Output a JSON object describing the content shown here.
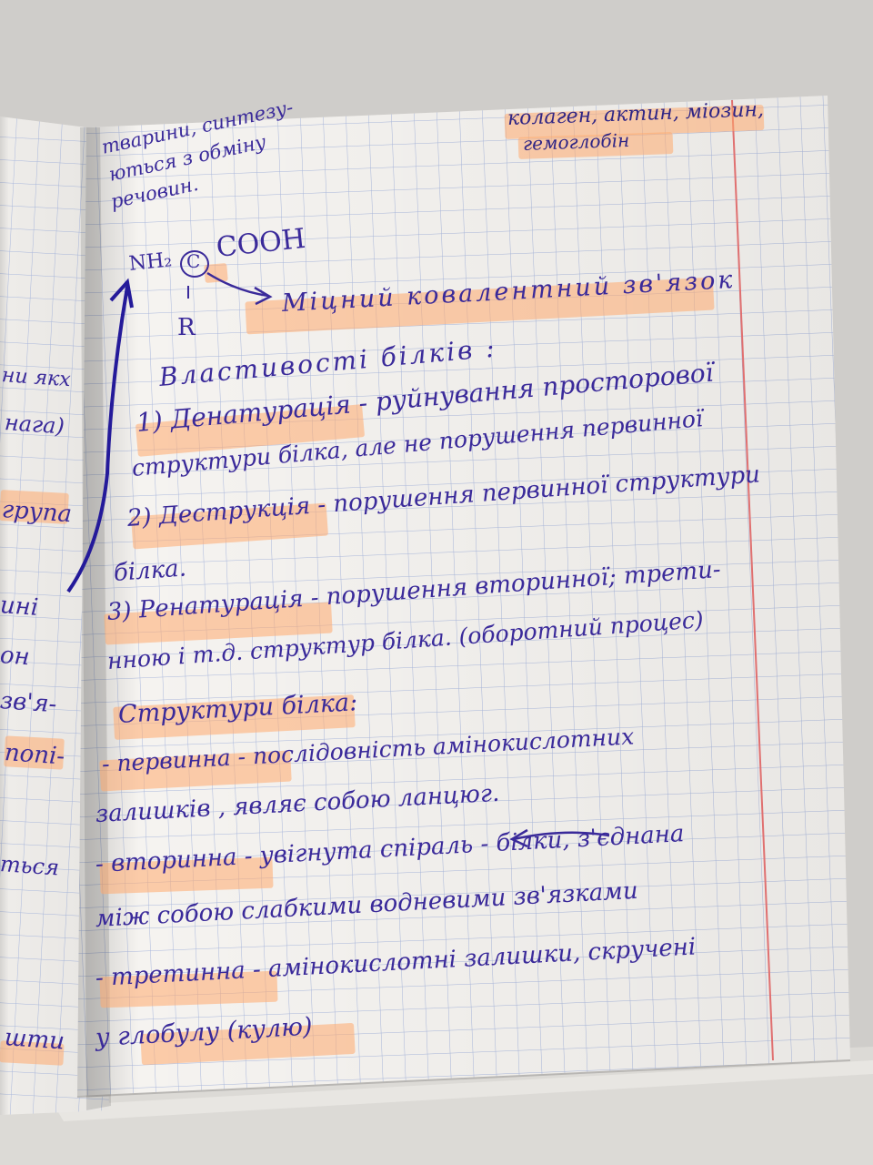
{
  "left_page": {
    "lines": [
      "ни якх",
      "нага)",
      "група",
      "ині",
      "он",
      "зв'я-",
      "попі-",
      "ться",
      "шти"
    ]
  },
  "right_page": {
    "top_note": [
      "тварини, синтезу-",
      "ються з обміну",
      "речовин."
    ],
    "top_right_note": [
      "колаген, актин, міозин,",
      "гемоглобін"
    ],
    "formula": {
      "left": "NH₂",
      "center": "C",
      "right": "COOH",
      "bottom": "R"
    },
    "bond_label": "Міцний ковалентний зв'язок",
    "heading_properties": "Властивості білків :",
    "lines": [
      "1) Денатурація - руйнування просторової",
      "структури білка, але не порушення первинної",
      "2) Деструкція - порушення первинної структури",
      "білка.",
      "3) Ренатурація - порушення вторинної; трети-",
      "нною і т.д. структур білка. (оборотний процес)",
      "Структури білка:",
      "- первинна - послідовність амінокислотних",
      "залишків , являє собою ланцюг.",
      "- вторинна - увігнута спіраль - білки, з'єднана",
      "між собою слабкими водневими зв'язками",
      "- третинна - амінокислотні залишки, скручені",
      "у   глобулу (кулю)"
    ]
  },
  "colors": {
    "ink": "#3a2a9a",
    "highlight": "#ffaa6e",
    "grid": "#9fb0d8",
    "margin_line": "#e06a6a",
    "paper": "#f4f2ef"
  }
}
